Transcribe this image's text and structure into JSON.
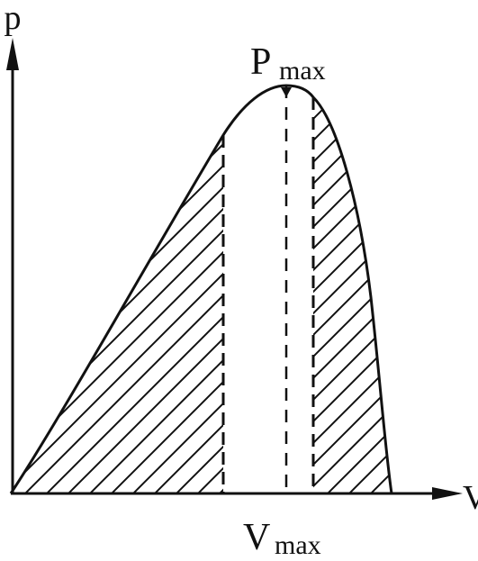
{
  "labels": {
    "y_axis": "p",
    "x_axis": "V",
    "peak_main": "P",
    "peak_sub": "max",
    "v_main": "V",
    "v_sub": "max"
  },
  "style": {
    "stroke": "#111111",
    "background": "#ffffff"
  }
}
